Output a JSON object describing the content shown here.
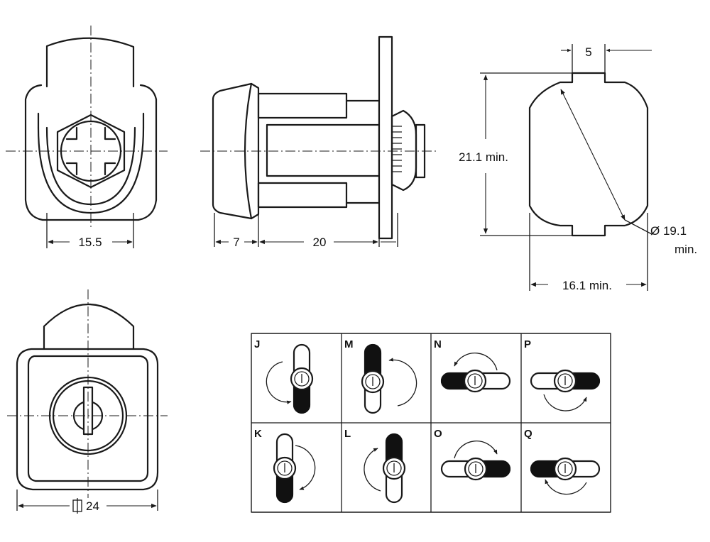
{
  "dimensions": {
    "front_width": "15.5",
    "flange_depth": "7",
    "body_length": "20",
    "cutout_height": "21.1 min.",
    "cutout_width": "16.1 min.",
    "cutout_slot": "5",
    "cutout_diameter_line1": "Ø 19.1",
    "cutout_diameter_line2": "min.",
    "face_size": "24"
  },
  "cam_positions": {
    "codes": [
      "J",
      "M",
      "N",
      "P",
      "K",
      "L",
      "O",
      "Q"
    ]
  }
}
